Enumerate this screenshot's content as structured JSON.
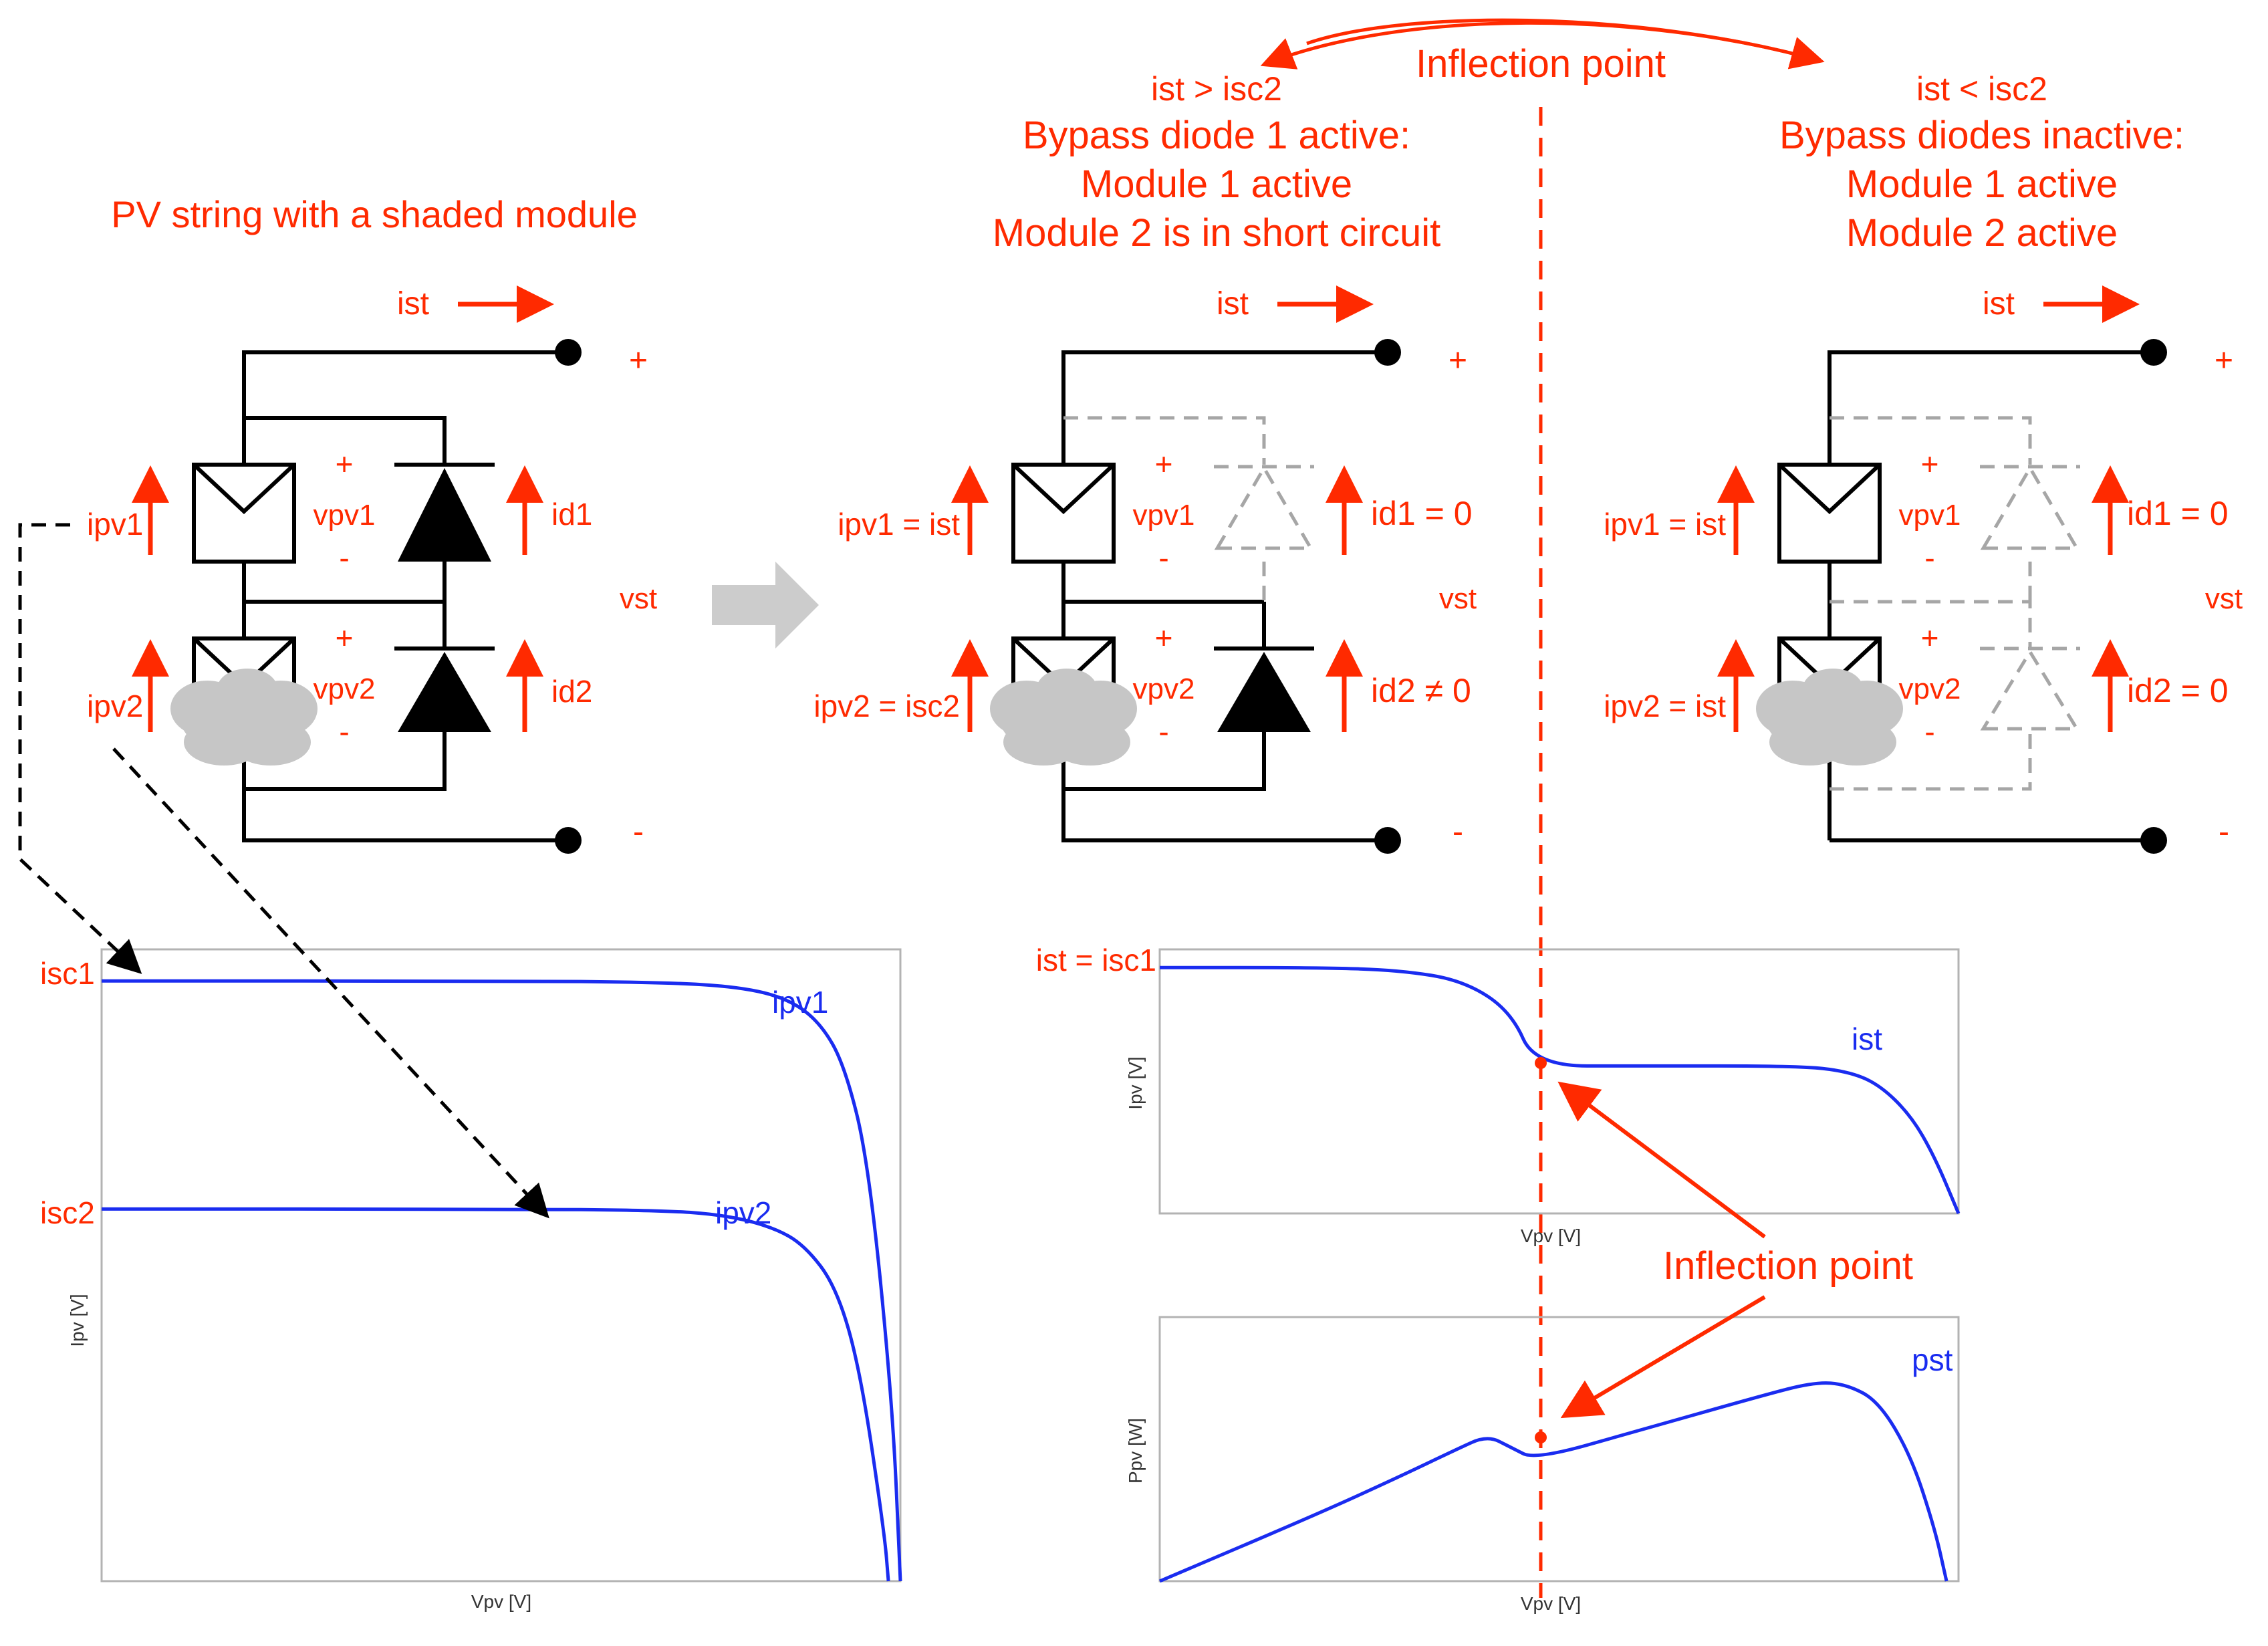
{
  "colors": {
    "annotation": "#ff2a00",
    "curve": "#1a2cf0",
    "circuit": "#000000",
    "inactive": "#a6a6a6",
    "cloud": "#c6c6c6",
    "big_arrow": "#cccccc",
    "axis": "#b3b3b3"
  },
  "icons": {
    "shading": "cloud-icon",
    "diode": "diode-icon",
    "module": "pv-module-icon",
    "transition": "right-arrow-icon"
  },
  "top_label": {
    "inflection": "Inflection point"
  },
  "left": {
    "title": "PV string with a shaded module",
    "ist": "ist",
    "plus_out": "+",
    "minus_out": "-",
    "ipv1": "ipv1",
    "ipv2": "ipv2",
    "vpv1": "vpv1",
    "vpv2": "vpv2",
    "vpv1_plus": "+",
    "vpv1_minus": "-",
    "vpv2_plus": "+",
    "vpv2_minus": "-",
    "id1": "id1",
    "id2": "id2",
    "vst": "vst"
  },
  "middle": {
    "cond": "ist > isc2",
    "line1": "Bypass diode 1 active:",
    "line2": "Module 1 active",
    "line3": "Module 2 is in short circuit",
    "ist": "ist",
    "plus_out": "+",
    "minus_out": "-",
    "ipv1": "ipv1 = ist",
    "ipv2": "ipv2 = isc2",
    "vpv1": "vpv1",
    "vpv2": "vpv2",
    "vpv1_plus": "+",
    "vpv1_minus": "-",
    "vpv2_plus": "+",
    "vpv2_minus": "-",
    "id1": "id1 = 0",
    "id2": "id2 ≠ 0",
    "vst": "vst"
  },
  "right": {
    "cond": "ist < isc2",
    "line1": "Bypass diodes inactive:",
    "line2": "Module 1 active",
    "line3": "Module 2 active",
    "ist": "ist",
    "plus_out": "+",
    "minus_out": "-",
    "ipv1": "ipv1 = ist",
    "ipv2": "ipv2 = ist",
    "vpv1": "vpv1",
    "vpv2": "vpv2",
    "vpv1_plus": "+",
    "vpv1_minus": "-",
    "vpv2_plus": "+",
    "vpv2_minus": "-",
    "id1": "id1 = 0",
    "id2": "id2 = 0",
    "vst": "vst"
  },
  "iv_chart_left": {
    "ylabel": "Ipv [V]",
    "xlabel": "Vpv [V]",
    "isc1": "isc1",
    "isc2": "isc2",
    "series1_name": "ipv1",
    "series2_name": "ipv2"
  },
  "iv_chart_right": {
    "ylabel": "Ipv [V]",
    "xlabel": "Vpv [V]",
    "ist_eq": "ist = isc1",
    "series_name": "ist"
  },
  "pv_chart_right": {
    "ylabel": "Ppv [W]",
    "xlabel": "Vpv [V]",
    "series_name": "pst"
  },
  "middle_label": {
    "inflection": "Inflection point"
  },
  "chart_data": [
    {
      "type": "line",
      "title": "",
      "xlabel": "Vpv [V]",
      "ylabel": "Ipv [V]",
      "series": [
        {
          "name": "ipv1",
          "x": [
            0,
            0.5,
            0.7,
            0.8,
            0.86,
            0.9,
            0.93,
            0.96,
            0.99,
            1.0
          ],
          "y": [
            1.0,
            1.0,
            0.998,
            0.99,
            0.97,
            0.93,
            0.86,
            0.7,
            0.3,
            0.0
          ]
        },
        {
          "name": "ipv2",
          "x": [
            0,
            0.5,
            0.7,
            0.78,
            0.84,
            0.88,
            0.92,
            0.95,
            0.98,
            0.985
          ],
          "y": [
            0.62,
            0.62,
            0.618,
            0.61,
            0.59,
            0.56,
            0.49,
            0.35,
            0.08,
            0.0
          ]
        }
      ]
    },
    {
      "type": "line",
      "title": "",
      "xlabel": "Vpv [V]",
      "ylabel": "Ipv [V]",
      "series": [
        {
          "name": "ist",
          "x": [
            0,
            0.2,
            0.3,
            0.38,
            0.44,
            0.47,
            0.6,
            0.8,
            0.86,
            0.9,
            0.94,
            0.97,
            1.0
          ],
          "y": [
            0.95,
            0.95,
            0.94,
            0.9,
            0.78,
            0.57,
            0.57,
            0.57,
            0.55,
            0.5,
            0.38,
            0.22,
            0.0
          ]
        }
      ]
    },
    {
      "type": "line",
      "title": "",
      "xlabel": "Vpv [V]",
      "ylabel": "Ppv [W]",
      "series": [
        {
          "name": "pst",
          "x": [
            0,
            0.2,
            0.3,
            0.37,
            0.41,
            0.44,
            0.47,
            0.6,
            0.75,
            0.82,
            0.86,
            0.9,
            0.94,
            0.97,
            0.985
          ],
          "y": [
            0.0,
            0.28,
            0.43,
            0.54,
            0.6,
            0.55,
            0.5,
            0.62,
            0.76,
            0.82,
            0.81,
            0.74,
            0.52,
            0.22,
            0.0
          ]
        }
      ]
    }
  ]
}
